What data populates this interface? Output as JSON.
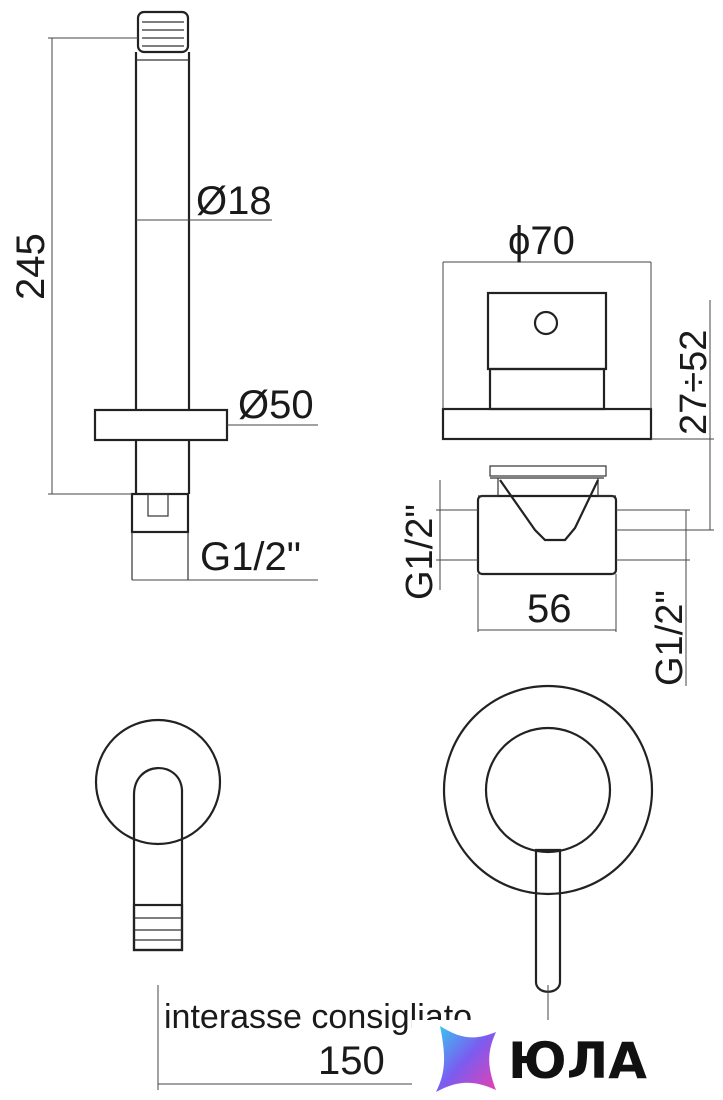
{
  "spout_side_view": {
    "dim_height": "245",
    "dim_diameter_tube": "Ø18",
    "dim_diameter_plate": "Ø50",
    "dim_thread": "G1/2\""
  },
  "mixer_side_view": {
    "dim_diameter_plate": "ϕ70",
    "dim_depth_range": "27÷52",
    "dim_thread_left": "G1/2\"",
    "dim_body_width": "56",
    "dim_thread_right": "G1/2\""
  },
  "front_view": {
    "note_recommended_distance": "interasse consigliato",
    "dim_center_distance": "150"
  },
  "logo": {
    "text": "ЮЛА",
    "gradient_start": "#37c8f0",
    "gradient_mid": "#7b5cf0",
    "gradient_end": "#e93fb0"
  }
}
